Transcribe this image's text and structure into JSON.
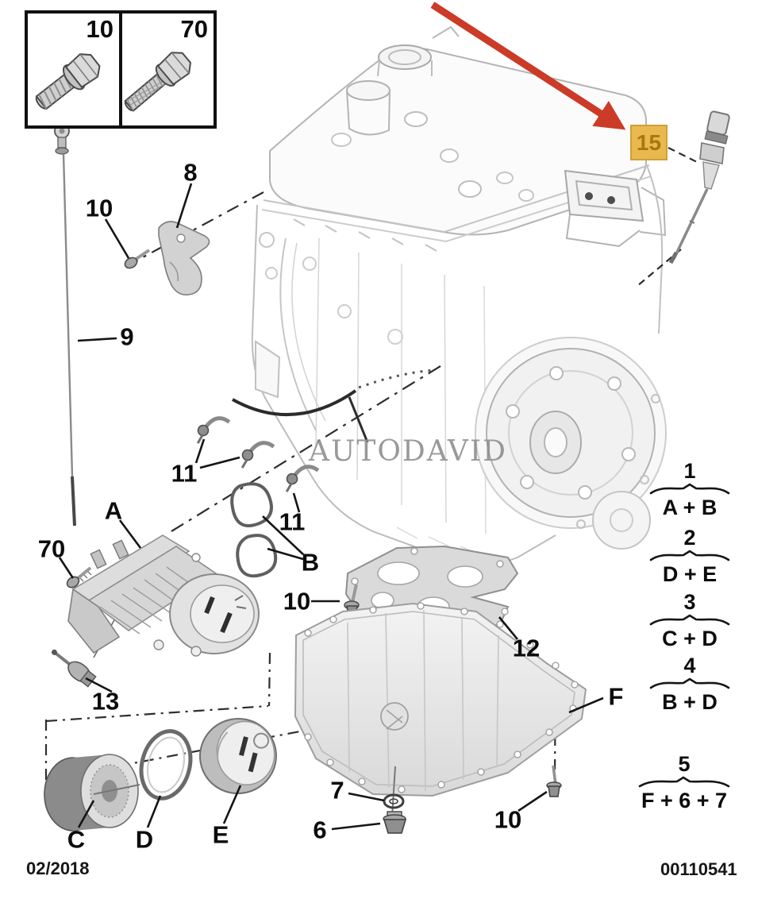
{
  "inset": {
    "short_bolt_label": "10",
    "long_bolt_label": "70"
  },
  "highlight": {
    "label": "15"
  },
  "callouts": {
    "fork": "8",
    "fork_bolt": "10",
    "dipstick": "9",
    "clips_upper": "11",
    "clips_lower": "11",
    "oil_cooler": "A",
    "gaskets": "B",
    "cooler_bolt": "70",
    "oil_pressure_switch": "13",
    "filter_element": "C",
    "filter_seal": "D",
    "filter_cap": "E",
    "drain_washer": "7",
    "drain_plug": "6",
    "baffle_bolt": "10",
    "baffle_plate": "12",
    "sump_bolt": "10",
    "sump": "F"
  },
  "legend": {
    "groups": [
      {
        "number": "1",
        "combo": "A + B"
      },
      {
        "number": "2",
        "combo": "D + E"
      },
      {
        "number": "3",
        "combo": "C + D"
      },
      {
        "number": "4",
        "combo": "B + D"
      },
      {
        "number": "5",
        "combo": "F + 6 + 7"
      }
    ]
  },
  "watermark": "AUTODAVID",
  "footer": {
    "date": "02/2018",
    "document_number": "00110541"
  },
  "colors": {
    "highlight_bg": "#e9b94f",
    "highlight_border": "#cfa033",
    "highlight_text": "#a9770e",
    "arrow_red": "#cc3a28"
  }
}
